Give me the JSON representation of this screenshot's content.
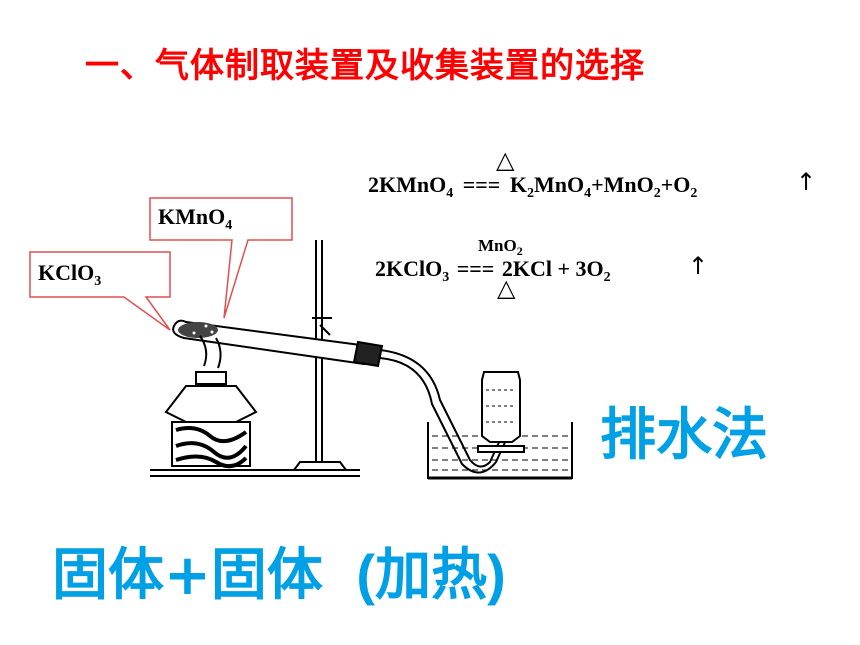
{
  "title": "一、气体制取装置及收集装置的选择",
  "callouts": {
    "kmno4_label": "KMnO",
    "kmno4_sub": "4",
    "kclo3_label": "KClO",
    "kclo3_sub": "3"
  },
  "equation1": {
    "condition_symbol": "△",
    "reactant": "2KMnO",
    "reactant_sub": "4",
    "equals": "===",
    "p1": "K",
    "p1_sub": "2",
    "p1b": "MnO",
    "p1b_sub": "4",
    "p2": "+MnO",
    "p2_sub": "2",
    "p3": "+O",
    "p3_sub": "2",
    "gas_arrow": "↑"
  },
  "equation2": {
    "catalyst": "MnO",
    "catalyst_sub": "2",
    "condition_symbol": "△",
    "reactant": "2KClO",
    "reactant_sub": "3",
    "equals": "===",
    "p1": "2KCl + 3O",
    "p1_sub": "2",
    "gas_arrow": "↑"
  },
  "collection_method": "排水法",
  "reactant_state": {
    "main": "固体+固体",
    "paren": "(加热)"
  }
}
